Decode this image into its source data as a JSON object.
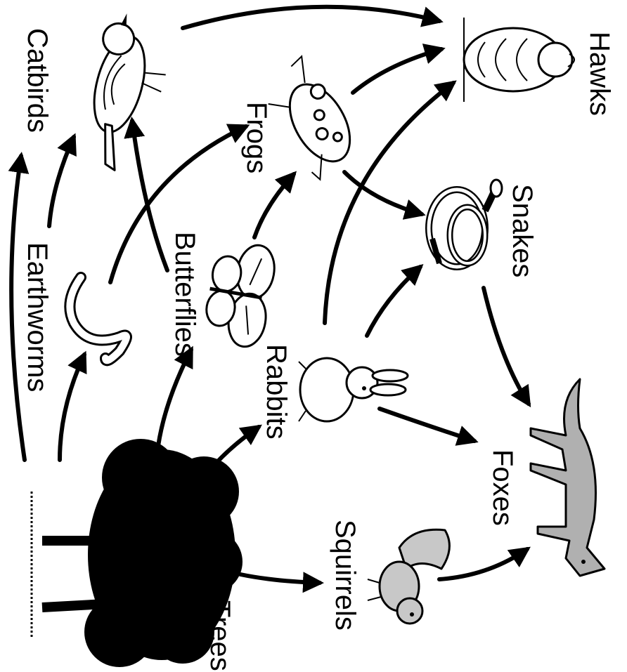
{
  "nodes": {
    "catbirds": "Catbirds",
    "earthworms": "Earthworms",
    "butterflies": "Butterflies",
    "frogs": "Frogs",
    "hawks": "Hawks",
    "snakes": "Snakes",
    "rabbits": "Rabbits",
    "foxes": "Foxes",
    "squirrels": "Squirrels",
    "trees": "Trees"
  },
  "edges": [
    [
      "trees",
      "catbirds"
    ],
    [
      "trees",
      "earthworms"
    ],
    [
      "trees",
      "butterflies"
    ],
    [
      "trees",
      "rabbits"
    ],
    [
      "trees",
      "squirrels"
    ],
    [
      "earthworms",
      "catbirds"
    ],
    [
      "earthworms",
      "frogs"
    ],
    [
      "butterflies",
      "catbirds"
    ],
    [
      "butterflies",
      "frogs"
    ],
    [
      "catbirds",
      "hawks"
    ],
    [
      "frogs",
      "hawks"
    ],
    [
      "frogs",
      "snakes"
    ],
    [
      "rabbits",
      "hawks"
    ],
    [
      "rabbits",
      "snakes"
    ],
    [
      "rabbits",
      "foxes"
    ],
    [
      "snakes",
      "foxes"
    ],
    [
      "squirrels",
      "foxes"
    ]
  ],
  "colors": {
    "ink": "#000000",
    "fox_fill": "#b0b0b0",
    "squirrel_fill": "#c8c8c8"
  }
}
